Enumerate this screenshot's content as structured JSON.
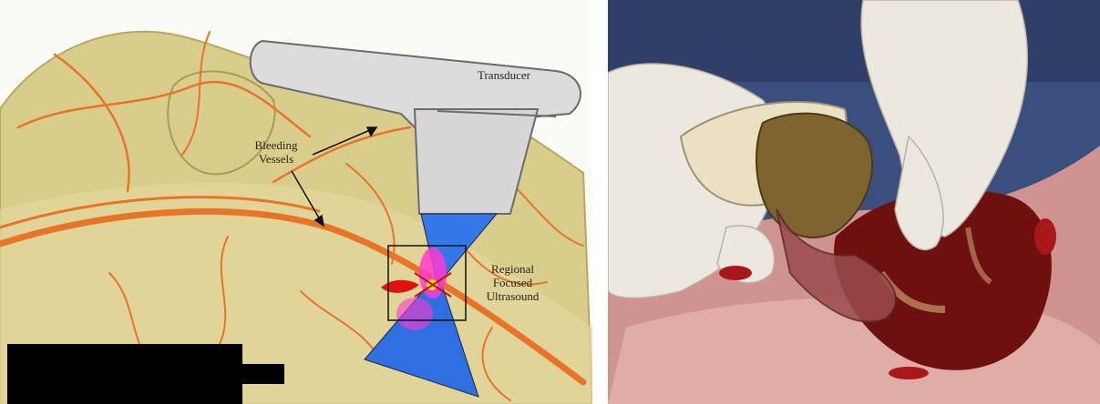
{
  "diagram": {
    "labels": {
      "transducer": "Transducer",
      "vessels": "Bleeding\nVessels",
      "hifu": "Regional\nFocused\nUltrasound"
    }
  },
  "photo": {},
  "colors": {
    "skin": "#d8cc8a",
    "vessel": "#e9742a",
    "transducer": "#dcdcdc",
    "beam": "#2f74e6",
    "focus": "#ff3bd0",
    "tissue": "#7a1414",
    "glove": "#ece8df",
    "drape": "#3a4f7e"
  }
}
